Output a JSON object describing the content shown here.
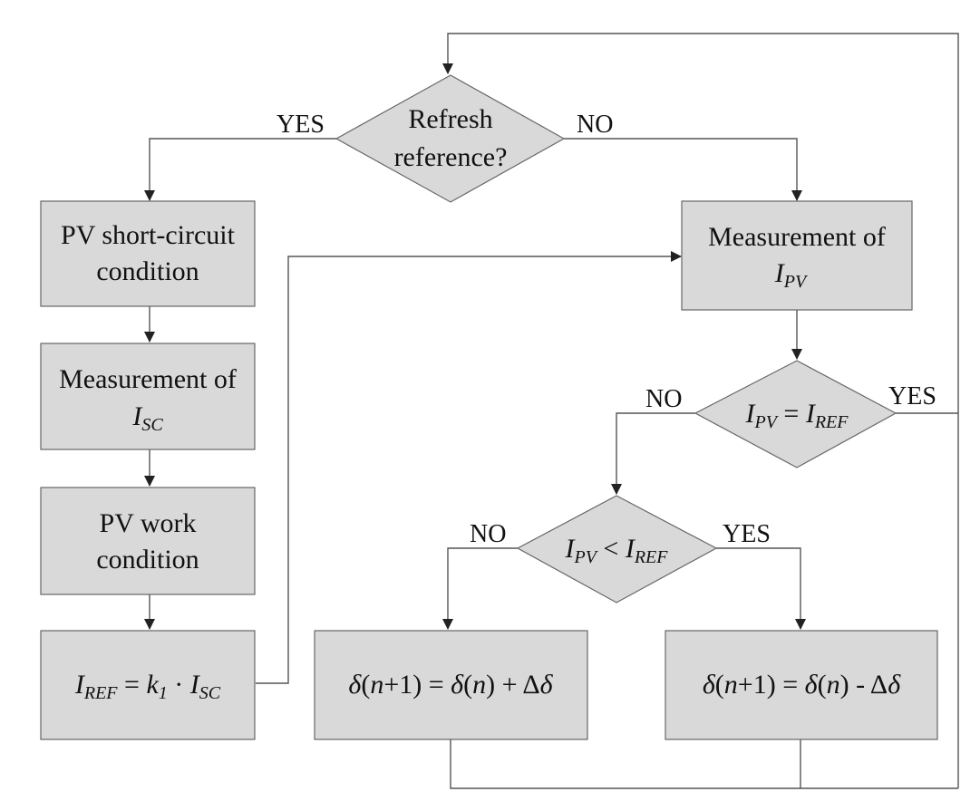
{
  "diagram": {
    "decision_refresh": {
      "line1": "Refresh",
      "line2": "reference?"
    },
    "decision_ipv_eq": {
      "a": "I",
      "a_sub": "PV",
      "op": " = ",
      "b": "I",
      "b_sub": "REF"
    },
    "decision_ipv_lt": {
      "a": "I",
      "a_sub": "PV",
      "op": " < ",
      "b": "I",
      "b_sub": "REF"
    },
    "box_short_circuit": {
      "line1": "PV short-circuit",
      "line2": "condition"
    },
    "box_measure_isc": {
      "line1": "Measurement of",
      "sym": "I",
      "sym_sub": "SC"
    },
    "box_work_condition": {
      "line1": "PV work",
      "line2": "condition"
    },
    "box_iref": {
      "p1": "I",
      "p1_sub": "REF",
      "p2": " = ",
      "p3": "k",
      "p3_sub": "1",
      "p4": " · ",
      "p5": "I",
      "p5_sub": "SC"
    },
    "box_measure_ipv": {
      "line1": "Measurement of",
      "sym": "I",
      "sym_sub": "PV"
    },
    "box_delta_plus": {
      "d1": "δ",
      "t1": "(",
      "n1": "n",
      "t2": "+1) = ",
      "d2": "δ",
      "t3": "(",
      "n2": "n",
      "t4": ") + Δ",
      "d3": "δ"
    },
    "box_delta_minus": {
      "d1": "δ",
      "t1": "(",
      "n1": "n",
      "t2": "+1) = ",
      "d2": "δ",
      "t3": "(",
      "n2": "n",
      "t4": ") - Δ",
      "d3": "δ"
    },
    "labels": {
      "refresh_yes": "YES",
      "refresh_no": "NO",
      "eq_no": "NO",
      "eq_yes": "YES",
      "lt_no": "NO",
      "lt_yes": "YES"
    }
  }
}
